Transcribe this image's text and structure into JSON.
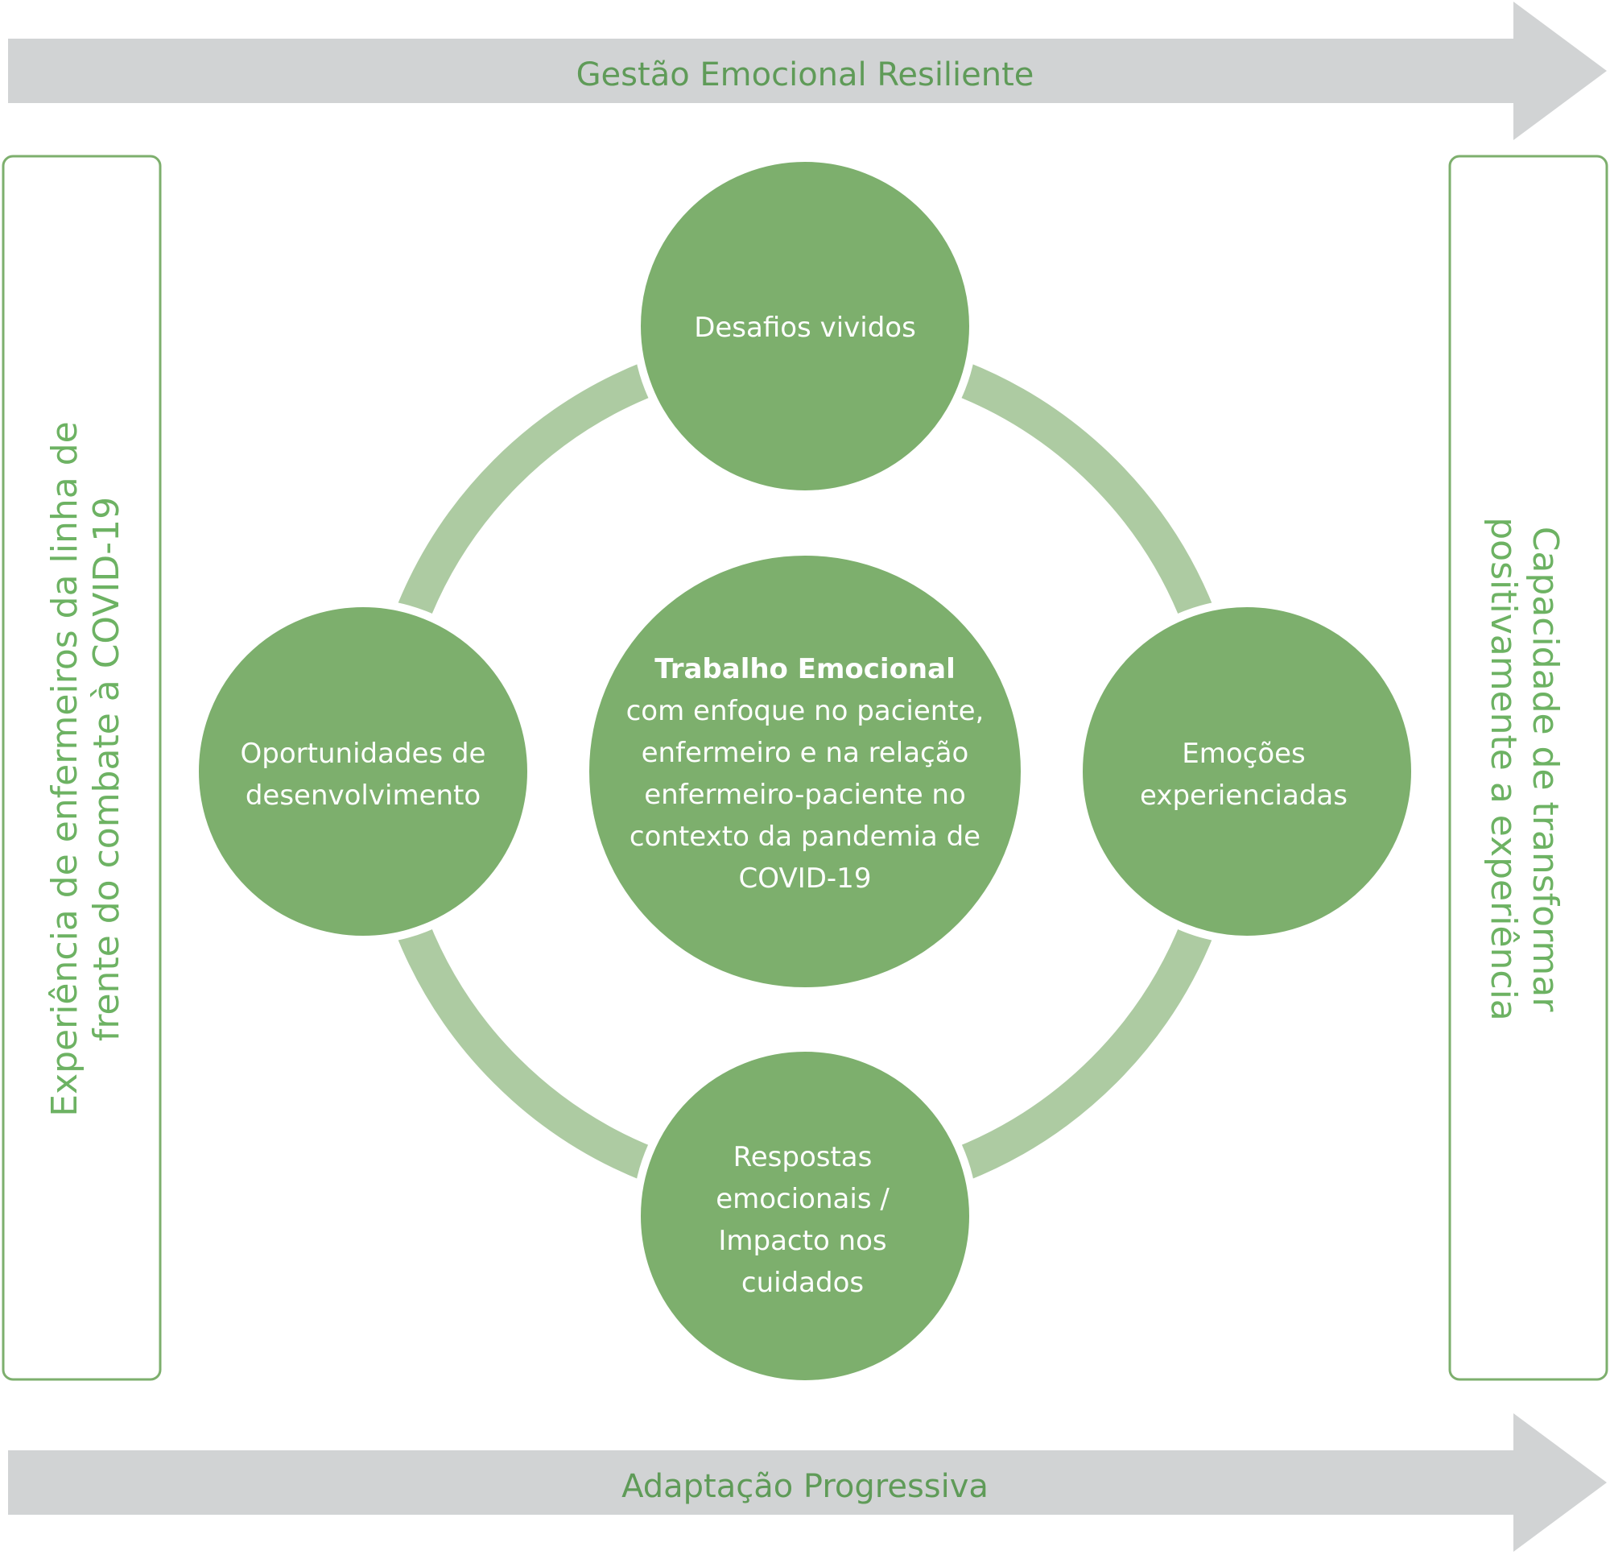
{
  "top_arrow": {
    "label": "Gestão Emocional Resiliente"
  },
  "bottom_arrow": {
    "label": "Adaptação Progressiva"
  },
  "left_panel": {
    "lines": [
      "Experiência de enfermeiros da linha de",
      "frente do combate à COVID-19"
    ]
  },
  "right_panel": {
    "lines": [
      "Capacidade de transformar",
      "positivamente a experiência"
    ]
  },
  "center": {
    "title": "Trabalho Emocional",
    "lines": [
      "com enfoque no paciente,",
      "enfermeiro e na relação",
      "enfermeiro-paciente no",
      "contexto da pandemia de",
      "COVID-19"
    ]
  },
  "nodes": {
    "top": {
      "lines": [
        "Desafios vividos"
      ]
    },
    "right": {
      "lines": [
        "Emoções",
        "experienciadas"
      ]
    },
    "bottom": {
      "lines": [
        "Respostas",
        "emocionais /",
        "Impacto nos",
        "cuidados"
      ]
    },
    "left": {
      "lines": [
        "Oportunidades de",
        "desenvolvimento"
      ]
    }
  },
  "colors": {
    "arrow_fill": "#d1d3d4",
    "node_fill": "#7daf6d",
    "ring_fill": "#adcba2",
    "panel_border": "#7daf6d",
    "label_green": "#5f9b58"
  }
}
